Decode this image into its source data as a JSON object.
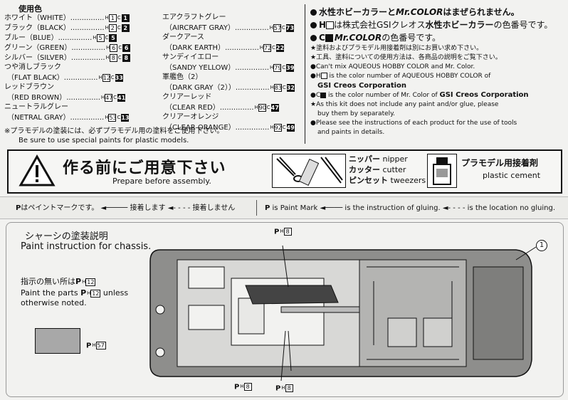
{
  "paint_list": {
    "title": "使用色",
    "left": [
      {
        "name": "ホワイト（WHITE）",
        "h": "1",
        "c": "1"
      },
      {
        "name": "ブラック（BLACK）",
        "h": "2",
        "c": "2"
      },
      {
        "name": "ブルー（BLUE）",
        "h": "5",
        "c": "5"
      },
      {
        "name": "グリーン（GREEN）",
        "h": "6",
        "c": "6"
      },
      {
        "name": "シルバー（SILVER）",
        "h": "8",
        "c": "8"
      },
      {
        "name": "つや消しブラック",
        "name2": "（FLAT BLACK）",
        "h": "12",
        "c": "33"
      },
      {
        "name": "レッドブラウン",
        "name2": "（RED BROWN）",
        "h": "47",
        "c": "41"
      },
      {
        "name": "ニュートラルグレー",
        "name2": "（NETRAL GRAY）",
        "h": "53",
        "c": "13"
      }
    ],
    "right": [
      {
        "name": "エアクラフトグレー",
        "name2": "（AIRCRAFT GRAY）",
        "h": "57",
        "c": "73"
      },
      {
        "name": "ダークアース",
        "name2": "（DARK EARTH）",
        "h": "72",
        "c": "22"
      },
      {
        "name": "サンディイエロー",
        "name2": "（SANDY YELLOW）",
        "h": "79",
        "c": "39"
      },
      {
        "name": "軍艦色（2）",
        "name2": "（DARK GRAY（2））",
        "h": "83",
        "c": "32"
      },
      {
        "name": "クリアーレッド",
        "name2": "（CLEAR RED）",
        "h": "90",
        "c": "47"
      },
      {
        "name": "クリアーオレンジ",
        "name2": "（CLEAR ORANGE）",
        "h": "92",
        "c": "49"
      }
    ],
    "note_jp": "※プラモデルの塗装には、必ずプラモデル用の塗料をご使用下さい。",
    "note_en": "Be sure to use special paints for plastic models.",
    "dots": "...............",
    "h_mark": "H",
    "c_mark": "C"
  },
  "info": {
    "line1_jp_a": "水性ホビーカラーと",
    "line1_brand": "Mr.COLOR",
    "line1_jp_b": "はまぜられません。",
    "line2_a": "H",
    "line2_b": "は株式会社GSIクレオス",
    "line2_c": "水性ホビーカラー",
    "line2_d": "の色番号です。",
    "line3_a": "C",
    "line3_brand": "Mr.COLOR",
    "line3_b": "の色番号です。",
    "star1": "★塗料およびプラモデル用接着剤は別にお買い求め下さい。",
    "star2": "★工具、塗料についての使用方法は、各商品の説明をご覧下さい。",
    "en1": "●Can't mix AQUEOUS HOBBY COLOR and Mr. Color.",
    "en2a": "●H",
    "en2b": "is the color number of AQUEOUS HOBBY COLOR of",
    "en2c": "GSI Creos Corporation",
    "en3a": "●C",
    "en3b": "is the color number of Mr. Color of",
    "en3c": "GSI Creos Corporation",
    "en4": "★As this kit does not include any paint and/or glue, please",
    "en4b": "buy them by separately.",
    "en5": "●Please see the instructions of each product for the use of tools",
    "en5b": "and paints in details."
  },
  "banner": {
    "title_jp": "作る前にご用意下さい",
    "title_en": "Prepare before assembly.",
    "tools": [
      {
        "jp": "ニッパー",
        "en": "nipper"
      },
      {
        "jp": "カッター",
        "en": "cutter"
      },
      {
        "jp": "ピンセット",
        "en": "tweezers"
      }
    ],
    "cement_jp": "プラモデル用接着剤",
    "cement_en": "plastic cement"
  },
  "legend": {
    "jp_a": "はペイントマークです。",
    "jp_b": "接着します",
    "jp_c": "接着しません",
    "en_a": "is Paint Mark",
    "en_b": "is the instruction of gluing.",
    "en_c": "is the location no gluing.",
    "p_mark": "P"
  },
  "chassis": {
    "title_jp": "シャーシの塗装説明",
    "title_en": "Paint instruction for chassis.",
    "unless_jp_a": "指示の無い所は",
    "unless_en_a": "Paint the parts",
    "unless_en_b": "unless",
    "unless_en_c": "otherwise noted.",
    "default_num": "12",
    "swatch_num": "57",
    "callout_num": "8",
    "part_num": "1",
    "swatch_color": "#a8a8a8",
    "body_color": "#8e8e8c"
  }
}
